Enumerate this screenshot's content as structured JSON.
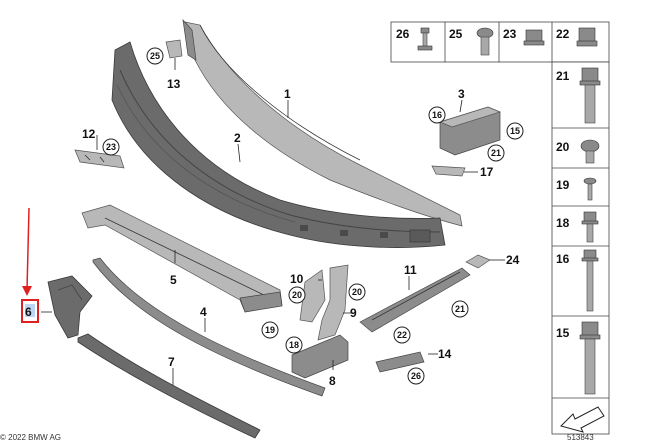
{
  "callouts": {
    "c1": "1",
    "c2": "2",
    "c3": "3",
    "c5": "5",
    "c4": "4",
    "c6": "6",
    "c7": "7",
    "c8": "8",
    "c9": "9",
    "c10": "10",
    "c11": "11",
    "c12": "12",
    "c13": "13",
    "c14": "14",
    "c17": "17",
    "c24": "24"
  },
  "circled": {
    "n25": "25",
    "n23": "23",
    "n16": "16",
    "n15": "15",
    "n21a": "21",
    "n20a": "20",
    "n20b": "20",
    "n19": "19",
    "n18": "18",
    "n22": "22",
    "n21b": "21",
    "n26": "26"
  },
  "fastener_header": [
    "26",
    "25",
    "23",
    "22"
  ],
  "fastener_column": [
    "21",
    "20",
    "19",
    "18",
    "16",
    "15"
  ],
  "highlight_color": "#e02020",
  "footer": {
    "copyright": "© 2022 BMW AG",
    "diagram_id": "513843"
  }
}
